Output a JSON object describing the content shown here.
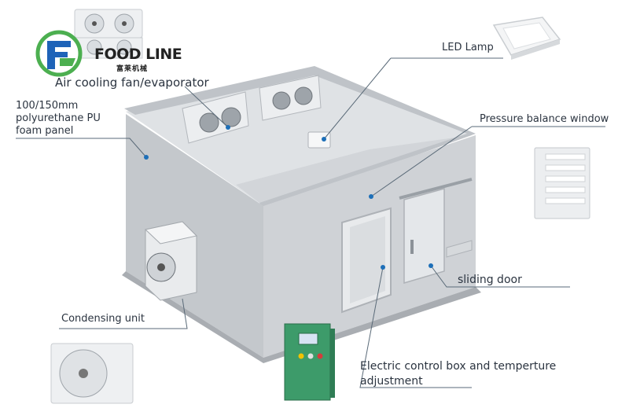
{
  "logo": {
    "brand": "FOOD LINE",
    "brand_cn": "富莱机械",
    "colors": {
      "green": "#4caf50",
      "blue": "#1e63b8"
    }
  },
  "labels": {
    "fan": "Air cooling fan/evaporator",
    "panel_line1": "100/150mm",
    "panel_line2": "polyurethane PU",
    "panel_line3": "foam panel",
    "led": "LED Lamp",
    "pressure": "Pressure balance window",
    "sliding": "sliding door",
    "condensing": "Condensing unit",
    "control_line1": "Electric control box and temperture",
    "control_line2": "adjustment"
  },
  "icons": [
    "logo-icon",
    "fan-unit-icon",
    "led-lamp-icon",
    "pressure-window-icon",
    "condensing-unit-icon",
    "control-box-icon"
  ],
  "colors": {
    "room": "#c9ccd0",
    "room_dark": "#b4b8bd",
    "floor": "#a9adb2",
    "leader": "#5a6a78",
    "control_box": "#3d9b6a"
  }
}
